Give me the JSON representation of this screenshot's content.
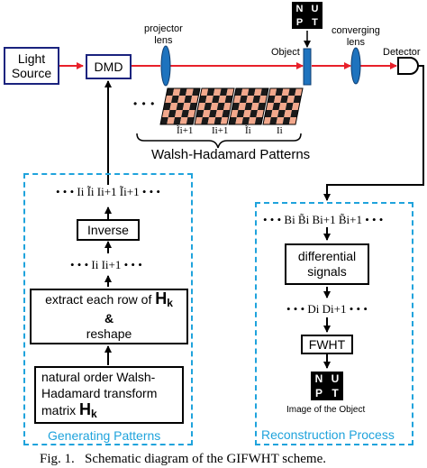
{
  "source": {
    "line1": "Light",
    "line2": "Source"
  },
  "dmd": "DMD",
  "projector_lens": {
    "line1": "projector",
    "line2": "lens"
  },
  "object_label": "Object",
  "converging_lens": {
    "line1": "converging",
    "line2": "lens"
  },
  "detector_label": "Detector",
  "object_logo": [
    "N",
    "U",
    "P",
    "T"
  ],
  "pattern_labels": [
    "Ĩi+1",
    "Ii+1",
    "Ĩi",
    "Ii"
  ],
  "patterns_dots": "• • •",
  "patterns_title": "Walsh-Hadamard Patterns",
  "left_panel": {
    "seq_top": "• • • Ii Ĩi Ii+1 Ĩi+1 • • •",
    "inverse": "Inverse",
    "seq_mid": "• • • Ii Ii+1 • • •",
    "extract_line1": "extract each row of",
    "extract_matrix": "H",
    "extract_sub": "k",
    "amp": "&",
    "reshape": "reshape",
    "natural_line1": "natural order Walsh-",
    "natural_line2": "Hadamard transform",
    "natural_line3": "matrix",
    "natural_matrix": "H",
    "natural_sub": "k",
    "title": "Generating Patterns"
  },
  "right_panel": {
    "seq_top": "• • • Bi B̃i Bi+1 B̃i+1 • • •",
    "diff_line1": "differential",
    "diff_line2": "signals",
    "seq_mid": "• • • Di Di+1 • • •",
    "fwht": "FWHT",
    "image_logo": [
      "N",
      "U",
      "P",
      "T"
    ],
    "image_caption": "Image of the Object",
    "title": "Reconstruction Process"
  },
  "caption": "Fig. 1.   Schematic diagram of the GIFWHT scheme.",
  "colors": {
    "beam": "#e8202a",
    "lens": "#1e73be",
    "dash": "#1fa3dc",
    "dark_blue": "#1a237e",
    "pattern_dark": "#1a1a1a",
    "pattern_light": "#f2a88c"
  }
}
